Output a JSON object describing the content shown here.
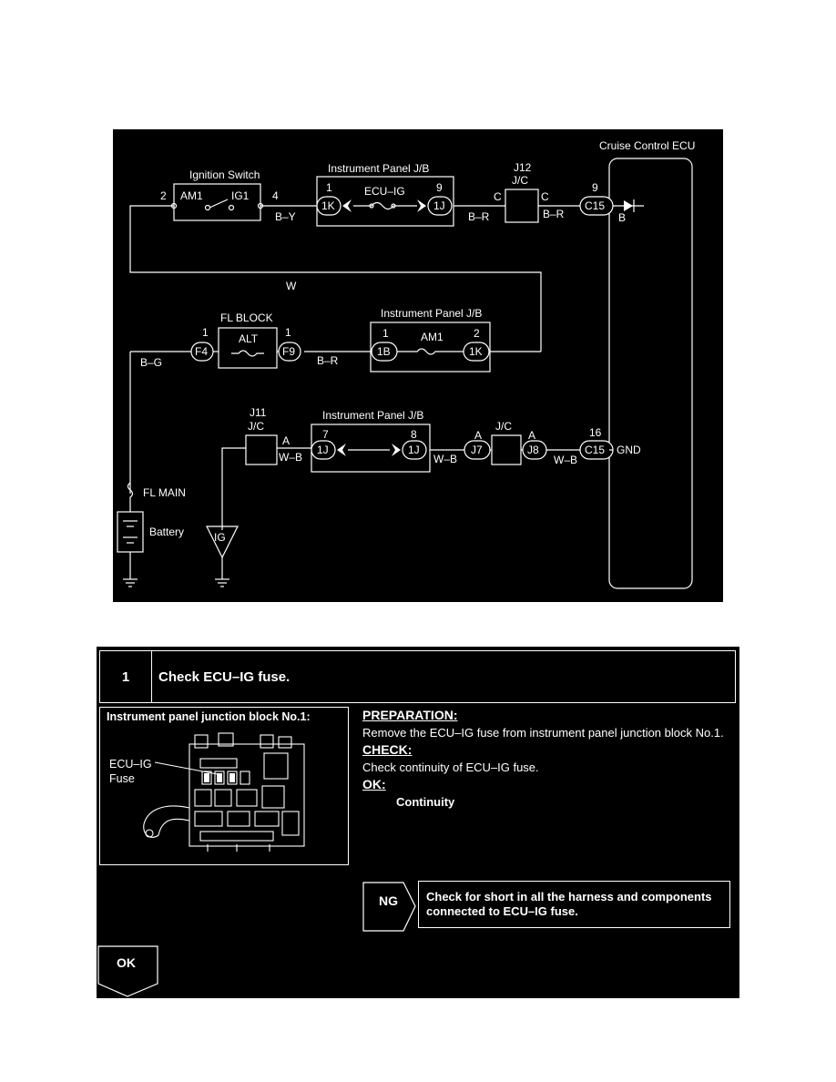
{
  "wiring": {
    "ecu_title": "Cruise Control ECU",
    "ignition_switch": "Ignition Switch",
    "ig_pin_left": "2",
    "ig_am1": "AM1",
    "ig_ig1": "IG1",
    "ig_pin_right": "4",
    "wire_by": "B–Y",
    "jb_top_title": "Instrument Panel J/B",
    "jb_top_pin_left": "1",
    "jb_top_fuse": "ECU–IG",
    "jb_top_pin_right": "9",
    "conn_1k": "1K",
    "conn_1j": "1J",
    "wire_br_1": "B–R",
    "j12_title": "J12",
    "j12_jc": "J/C",
    "j12_c_left": "C",
    "j12_c_right": "C",
    "wire_br_2": "B–R",
    "ecu_pin_top": "9",
    "conn_c15_top": "C15",
    "wire_b": "B",
    "wire_w": "W",
    "fl_block": "FL BLOCK",
    "fl_pin_left": "1",
    "fl_alt": "ALT",
    "fl_pin_right": "1",
    "conn_f4": "F4",
    "conn_f9": "F9",
    "wire_bg": "B–G",
    "wire_br_3": "B–R",
    "jb_mid_title": "Instrument Panel J/B",
    "jb_mid_pin_left": "1",
    "jb_mid_fuse": "AM1",
    "jb_mid_pin_right": "2",
    "conn_1b": "1B",
    "conn_1k_mid": "1K",
    "j11_title": "J11",
    "j11_jc": "J/C",
    "j11_a": "A",
    "wire_wb_1": "W–B",
    "jb_bot_title": "Instrument Panel J/B",
    "jb_bot_pin_left": "7",
    "jb_bot_pin_right": "8",
    "conn_1j_left": "1J",
    "conn_1j_right": "1J",
    "wire_wb_2": "W–B",
    "j7_a": "A",
    "conn_j7": "J7",
    "jc_label": "J/C",
    "j8_a": "A",
    "conn_j8": "J8",
    "wire_wb_3": "W–B",
    "ecu_pin_bot": "16",
    "conn_c15_bot": "C15",
    "gnd": "GND",
    "fl_main": "FL MAIN",
    "battery": "Battery",
    "ig_ground": "IG"
  },
  "step": {
    "number": "1",
    "title": "Check ECU–IG fuse.",
    "figure_caption": "Instrument panel junction block No.1:",
    "fuse_label_1": "ECU–IG",
    "fuse_label_2": "Fuse",
    "preparation_heading": "PREPARATION:",
    "preparation_text": "Remove the ECU–IG fuse from instrument panel junction block No.1.",
    "check_heading": "CHECK:",
    "check_text": "Check continuity of ECU–IG fuse.",
    "ok_heading": "OK:",
    "ok_spec": "Continuity",
    "ng_label": "NG",
    "ng_action": "Check for short in all the harness and components connected to ECU–IG fuse.",
    "ok_label": "OK"
  }
}
